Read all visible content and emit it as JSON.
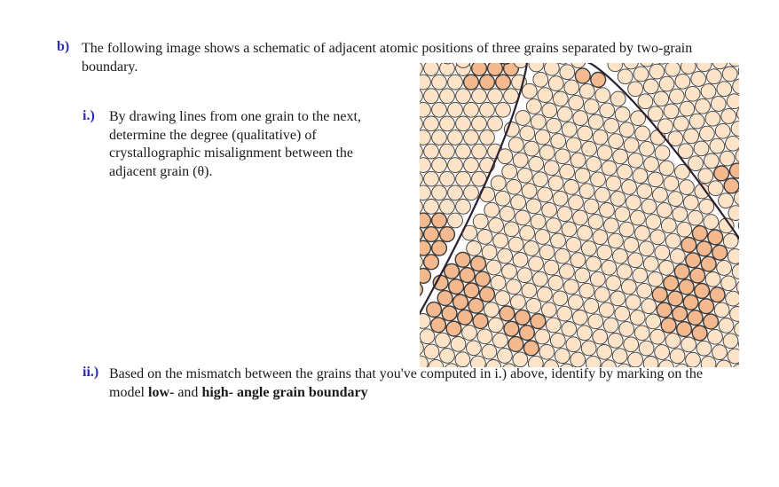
{
  "question": {
    "label": "b)",
    "intro": "The following image shows a schematic of adjacent atomic positions of three grains separated by two-grain boundary."
  },
  "part_i": {
    "label": "i.)",
    "text": "By drawing lines from one grain to the next, determine the degree (qualitative) of crystallographic misalignment between the adjacent grain (θ)."
  },
  "part_ii": {
    "label": "ii.)",
    "text_before": "Based on the mismatch between the grains that you've computed in i.) above, identify by marking on the model ",
    "bold_1": "low-",
    "text_mid": " and ",
    "bold_2": "high- angle grain boundary",
    "text_after": ""
  },
  "figure": {
    "colors": {
      "atom_light": "#fde3c8",
      "atom_dark": "#f4b98f",
      "atom_stroke": "#3a3a3a",
      "boundary": "#2a2030"
    }
  }
}
